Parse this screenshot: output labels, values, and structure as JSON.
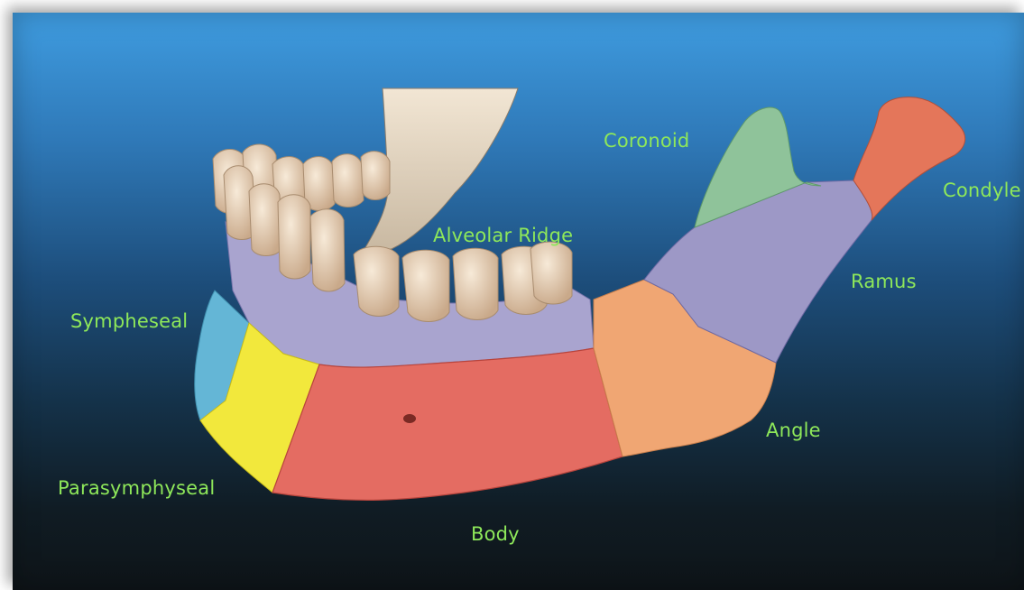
{
  "labels": {
    "coronoid": "Coronoid",
    "condyle": "Condyle",
    "alveolar_ridge": "Alveolar Ridge",
    "ramus": "Ramus",
    "sympheseal": "Sympheseal",
    "angle": "Angle",
    "parasymphyseal": "Parasymphyseal",
    "body": "Body"
  },
  "colors": {
    "label_text": "#8ee85a",
    "alveolar_ridge_region": "#a9a4cf",
    "ramus_region": "#9d98c6",
    "coronoid_region": "#8fc39a",
    "condyle_region": "#e4765a",
    "angle_region": "#f0a673",
    "body_region": "#e46c62",
    "parasymphyseal_region": "#f2e83c",
    "sympheseal_region": "#64b6d6",
    "teeth": "#e7d2b8",
    "upper_jaw_bone": "#ddd0bd"
  }
}
